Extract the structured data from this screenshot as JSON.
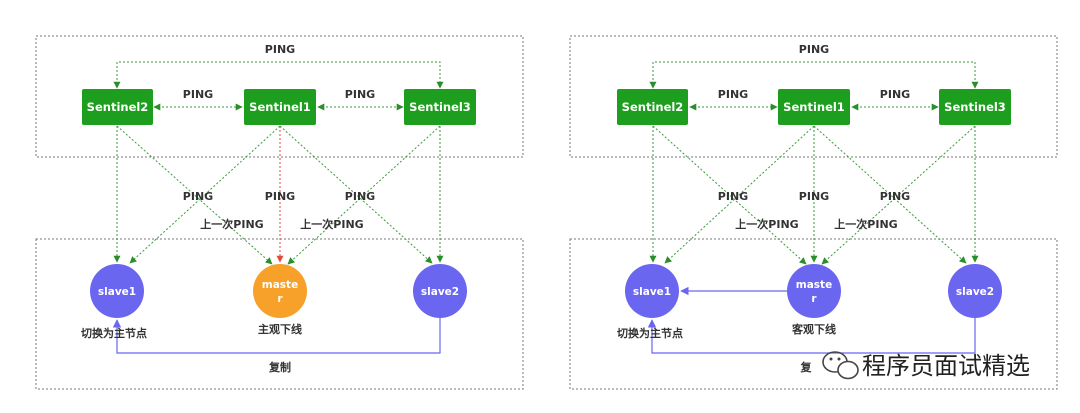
{
  "left_panel": {
    "sentinels": [
      "Sentinel2",
      "Sentinel1",
      "Sentinel3"
    ],
    "ping_labels": {
      "top": "PING",
      "left": "PING",
      "right": "PING",
      "diag_left": "PING",
      "diag_middle": "PING",
      "diag_right": "PING"
    },
    "last_ping_labels": [
      "上一次PING",
      "上一次PING"
    ],
    "nodes": {
      "slave1": "slave1",
      "master_line1": "maste",
      "master_line2": "r",
      "slave2": "slave2"
    },
    "captions": {
      "slave1": "切换为主节点",
      "master": "主观下线",
      "replicate": "复制"
    }
  },
  "right_panel": {
    "sentinels": [
      "Sentinel2",
      "Sentinel1",
      "Sentinel3"
    ],
    "ping_labels": {
      "top": "PING",
      "left": "PING",
      "right": "PING",
      "diag_left": "PING",
      "diag_middle": "PING",
      "diag_right": "PING"
    },
    "last_ping_labels": [
      "上一次PING",
      "上一次PING"
    ],
    "nodes": {
      "slave1": "slave1",
      "master_line1": "maste",
      "master_line2": "r",
      "slave2": "slave2"
    },
    "captions": {
      "slave1": "切换为主节点",
      "master": "客观下线",
      "replicate": "复"
    }
  },
  "watermark": {
    "text": "程序员面试精选",
    "icon": "wechat-icon"
  },
  "colors": {
    "sentinel": "#1e9e1e",
    "slave": "#6b66f0",
    "master_left": "#f7a02a",
    "master_right": "#6b66f0",
    "ping_line": "#3a9a3a",
    "failure_line": "#e04c3c",
    "replicate_line": "#6b66f0"
  }
}
